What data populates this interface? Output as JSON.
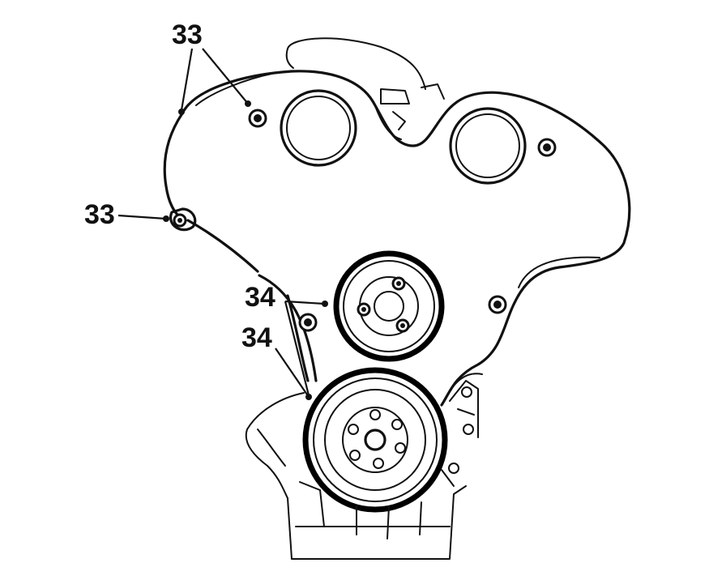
{
  "callouts": {
    "top_left": "33",
    "left": "33",
    "middle": "34",
    "lower": "34"
  },
  "colors": {
    "line": "#111111",
    "background": "#ffffff"
  }
}
